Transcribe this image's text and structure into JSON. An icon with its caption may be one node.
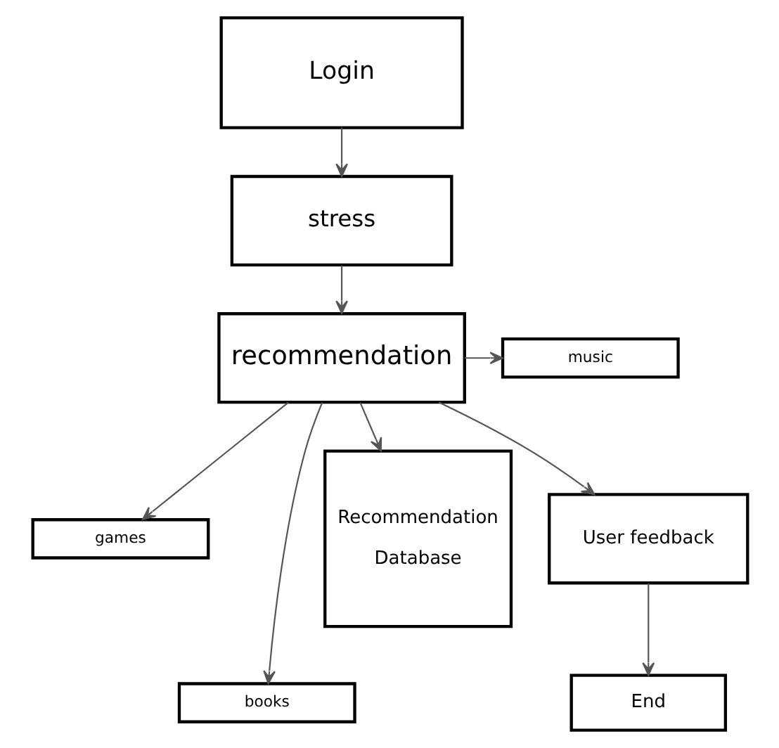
{
  "diagram": {
    "nodes": [
      {
        "text": [
          "Login"
        ]
      },
      {
        "text": [
          "stress"
        ]
      },
      {
        "text": [
          "recommendation"
        ]
      },
      {
        "text": [
          "music"
        ]
      },
      {
        "text": [
          "games"
        ]
      },
      {
        "text": [
          "books"
        ]
      },
      {
        "text": [
          "Recommendation Database"
        ]
      },
      {
        "text": [
          "User feedback"
        ]
      },
      {
        "text": [
          "End"
        ]
      }
    ],
    "edges": [
      {
        "from": 0,
        "to": 1,
        "arrow": "to"
      },
      {
        "from": 1,
        "to": 2,
        "arrow": "to"
      },
      {
        "from": 2,
        "to": 3,
        "arrow": "to"
      },
      {
        "from": 2,
        "to": 4,
        "arrow": "to"
      },
      {
        "from": 2,
        "to": 5,
        "arrow": "to"
      },
      {
        "from": 2,
        "to": 6,
        "arrow": "to"
      },
      {
        "from": 2,
        "to": 7,
        "arrow": "to"
      },
      {
        "from": 7,
        "to": 8,
        "arrow": "to"
      }
    ]
  }
}
